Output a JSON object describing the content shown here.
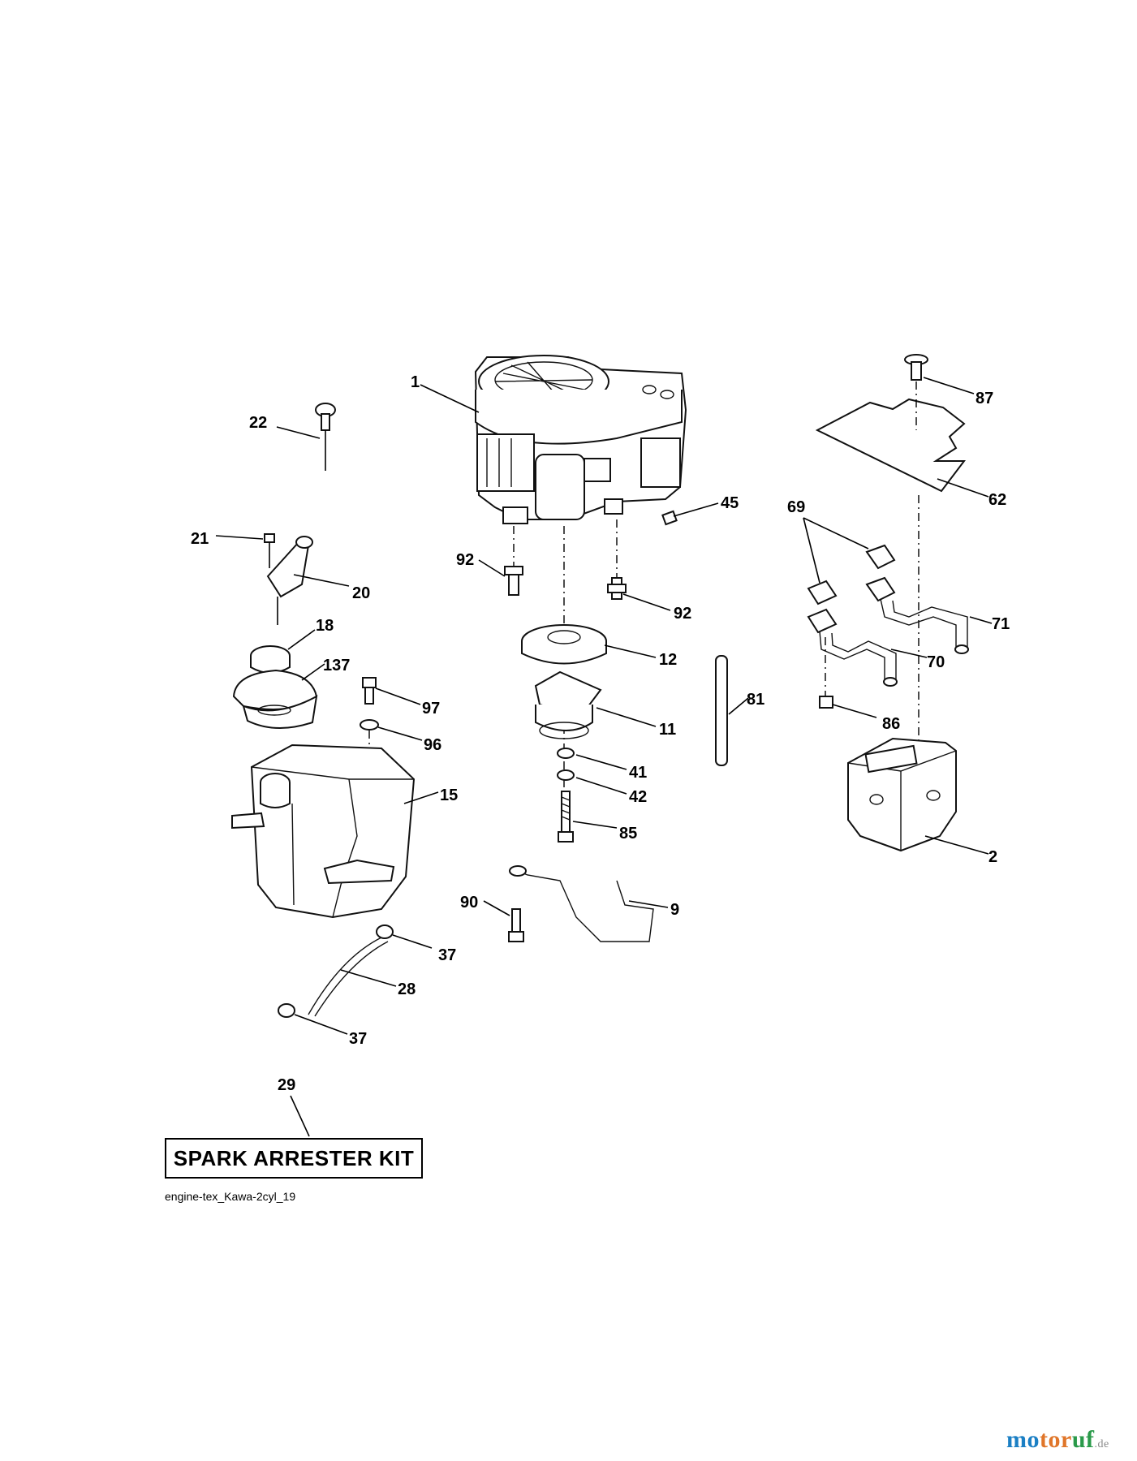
{
  "labels": {
    "l1": "1",
    "l2": "2",
    "l9": "9",
    "l11": "11",
    "l12": "12",
    "l15": "15",
    "l18": "18",
    "l20": "20",
    "l21": "21",
    "l22": "22",
    "l28": "28",
    "l29": "29",
    "l37a": "37",
    "l37b": "37",
    "l41": "41",
    "l42": "42",
    "l45": "45",
    "l62": "62",
    "l69": "69",
    "l70": "70",
    "l71": "71",
    "l81": "81",
    "l85": "85",
    "l86": "86",
    "l87": "87",
    "l90": "90",
    "l92a": "92",
    "l92b": "92",
    "l96": "96",
    "l97": "97",
    "l137": "137"
  },
  "kit": {
    "title": "SPARK ARRESTER KIT"
  },
  "drawing_code": "engine-tex_Kawa-2cyl_19",
  "watermark": {
    "part1": "mo",
    "part2": "tor",
    "part3": "uf",
    "tld": ".de"
  }
}
